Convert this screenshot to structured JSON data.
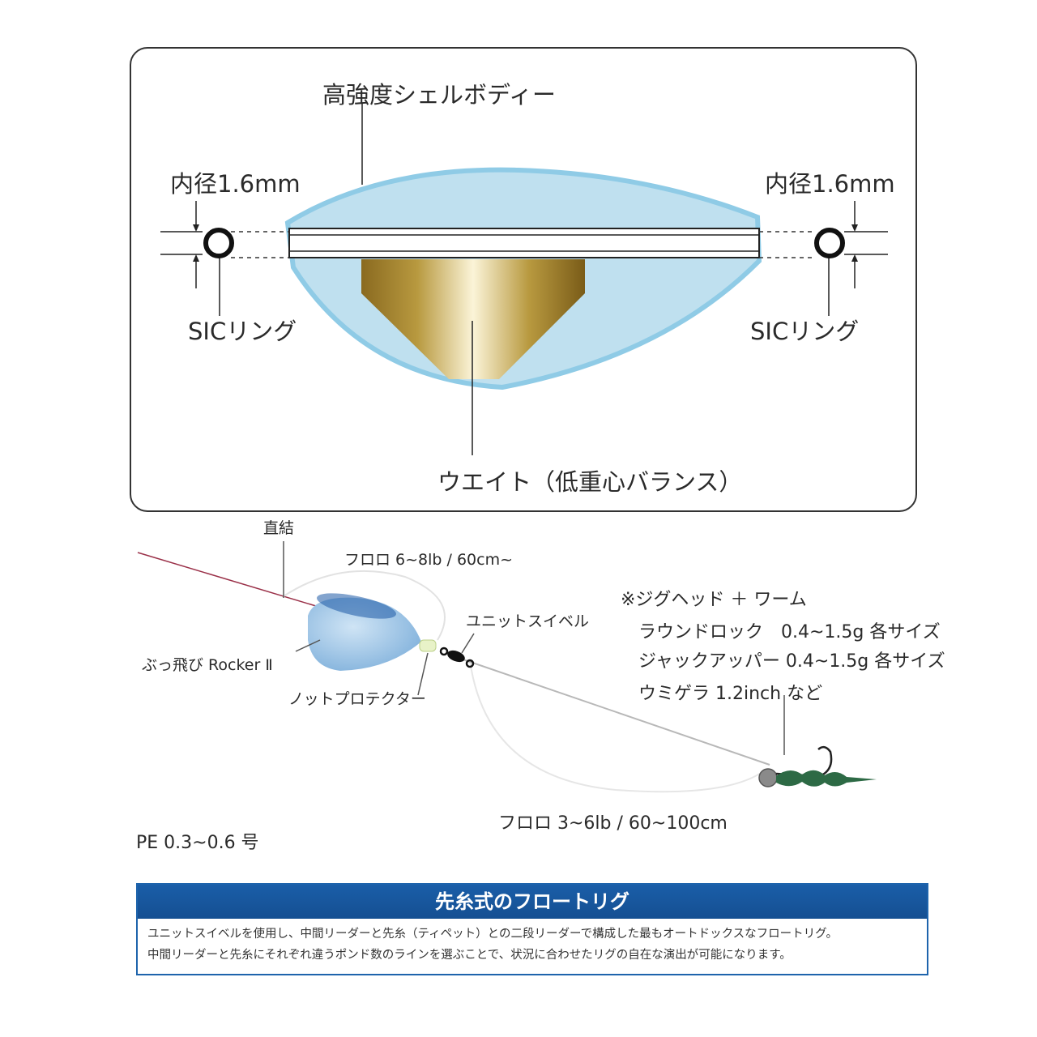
{
  "top_panel": {
    "shell_label": "高強度シェルボディー",
    "left_inner_diameter": "内径1.6mm",
    "right_inner_diameter": "内径1.6mm",
    "left_ring_label": "SICリング",
    "right_ring_label": "SICリング",
    "weight_label": "ウエイト（低重心バランス）"
  },
  "rig": {
    "direct_label": "直結",
    "fluoro_leader_label": "フロロ 6~8lb / 60cm~",
    "unit_swivel_label": "ユニットスイベル",
    "float_label": "ぶっ飛び Rocker Ⅱ",
    "knot_protector_label": "ノットプロテクター",
    "tip_line_label": "フロロ 3~6lb / 60~100cm",
    "main_line_label": "PE 0.3~0.6 号",
    "jig_note": {
      "heading": "※ジグヘッド ＋ ワーム",
      "lines": [
        "ラウンドロック　0.4~1.5g 各サイズ",
        "ジャックアッパー 0.4~1.5g 各サイズ",
        "ウミゲラ 1.2inch など"
      ]
    }
  },
  "banner": {
    "title": "先糸式のフロートリグ",
    "lines": [
      "ユニットスイベルを使用し、中間リーダーと先糸（ティペット）との二段リーダーで構成した最もオートドックスなフロートリグ。",
      "中間リーダーと先糸にそれぞれ違うポンド数のラインを選ぶことで、状況に合わせたリグの自在な演出が可能になります。"
    ]
  },
  "colors": {
    "shell_fill": "#bfe0ef",
    "shell_edge": "#8fcbe6",
    "weight_gold": "#b08c2e",
    "banner_blue": "#1a5ea8",
    "main_line": "#9a3048",
    "float_blue": "#9cc4e4",
    "worm_green": "#2d6a45"
  }
}
